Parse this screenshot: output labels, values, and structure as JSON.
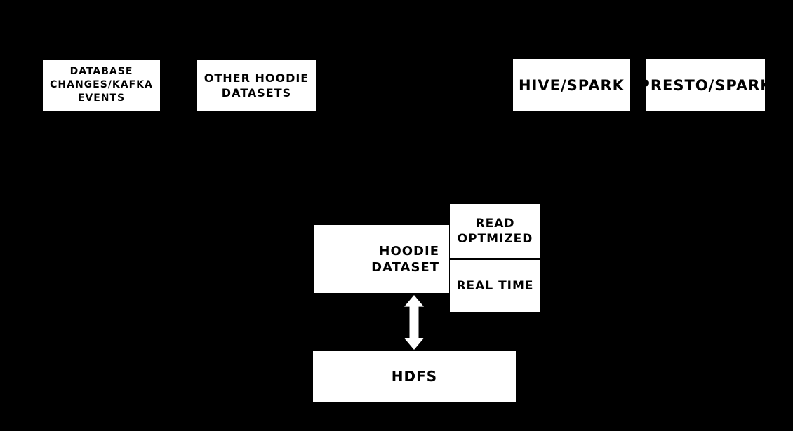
{
  "colors": {
    "background": "#000000",
    "node_fill": "#ffffff",
    "node_text": "#000000",
    "arrow": "#ffffff"
  },
  "diagram": {
    "nodes": {
      "database_events": {
        "label": "DATABASE\nCHANGES/KAFKA\nEVENTS"
      },
      "other_hoodie": {
        "label": "OTHER HOODIE\nDATASETS"
      },
      "hive_spark": {
        "label": "HIVE/SPARK"
      },
      "presto_spark": {
        "label": "PRESTO/SPARK"
      },
      "hoodie_dataset": {
        "label": "HOODIE\nDATASET"
      },
      "read_optmized": {
        "label": "READ\nOPTMIZED"
      },
      "real_time": {
        "label": "REAL TIME"
      },
      "hdfs": {
        "label": "HDFS"
      }
    },
    "connectors": [
      {
        "name": "hoodie-dataset-to-hdfs",
        "type": "double-headed-arrow",
        "between": [
          "HOODIE DATASET",
          "HDFS"
        ],
        "color": "#ffffff"
      }
    ]
  }
}
